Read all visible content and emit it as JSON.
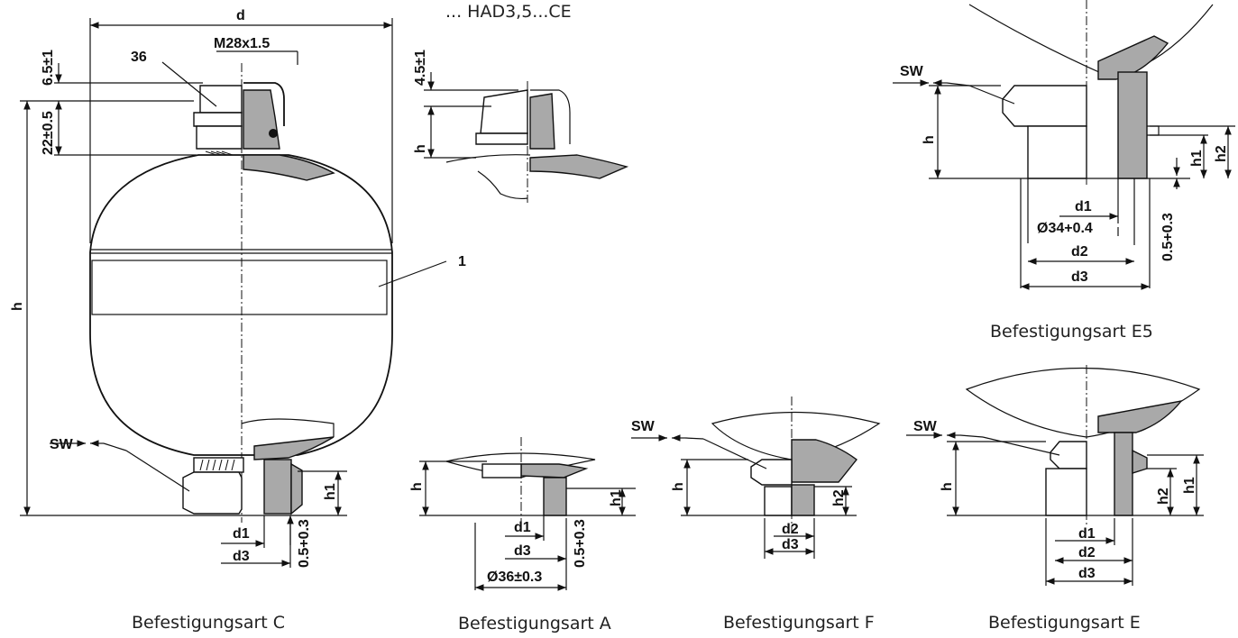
{
  "header_title": "... HAD3,5...CE",
  "item_label": "1",
  "captions": {
    "c": "Befestigungsart C",
    "a": "Befestigungsart A",
    "f": "Befestigungsart F",
    "e": "Befestigungsart E",
    "e5": "Befestigungsart E5"
  },
  "dims": {
    "d": "d",
    "h": "h",
    "h1": "h1",
    "h2": "h2",
    "d1": "d1",
    "d2": "d2",
    "d3": "d3",
    "sw": "SW",
    "thread": "M28x1.5",
    "size36": "36",
    "t65": "6.5±1",
    "t22": "22±0.5",
    "t45": "4.5±1",
    "t05": "0.5+0.3",
    "dia36": "Ø36±0.3",
    "dia34": "Ø34+0.4"
  }
}
